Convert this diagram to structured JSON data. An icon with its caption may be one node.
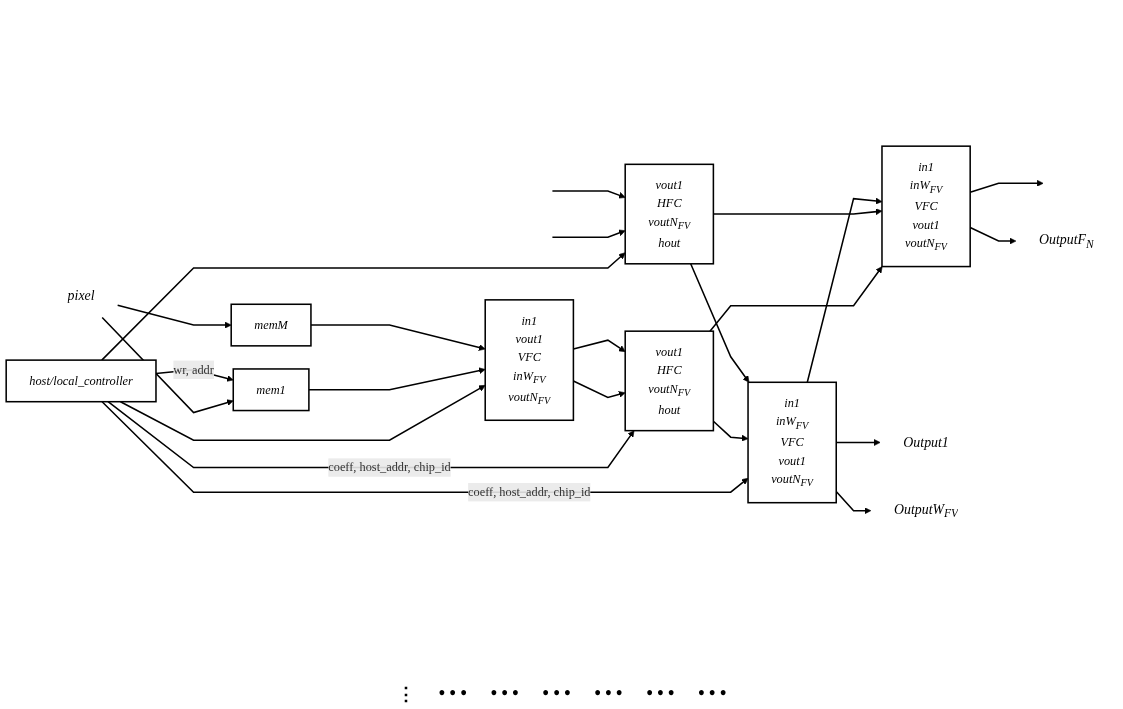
{
  "diagram": {
    "nodes": [
      {
        "text": [
          "pixel"
        ]
      },
      {
        "text": [
          "host/local_controller"
        ]
      },
      {
        "text": [
          "mem1"
        ]
      },
      {
        "text": [
          "memM"
        ]
      },
      {
        "text": [
          "in1",
          "vout1",
          "VFC",
          "inW$_{FV}$",
          "voutN$_{FV}$"
        ]
      },
      {
        "text": [
          "vout1",
          "HFC",
          "voutN$_{FV}$",
          "hout"
        ]
      },
      {
        "text": [
          "vout1",
          "HFC",
          "voutN$_{FV}$",
          "hout"
        ]
      },
      {
        "text": [
          "in1",
          "inW$_{FV}$",
          "VFC",
          "vout1",
          "voutN$_{FV}$"
        ]
      },
      {
        "text": [
          "in1",
          "inW$_{FV}$",
          "VFC",
          "vout1",
          "voutN$_{FV}$"
        ]
      },
      {
        "text": [
          "Output1"
        ]
      },
      {
        "text": [
          "OutputW$_{FV}$"
        ]
      },
      {
        "text": [
          "OutputF$_{N}$"
        ]
      }
    ],
    "edges": [
      {
        "from": 0,
        "to": 2,
        "arrow": "to"
      },
      {
        "from": 0,
        "to": 3,
        "arrow": "to"
      },
      {
        "from": 1,
        "to": 2,
        "arrow": "to",
        "label": "wr, addr"
      },
      {
        "from": 1,
        "to": 4,
        "arrow": "to"
      },
      {
        "from": 1,
        "to": 5,
        "arrow": "to",
        "label": "coeff, host_addr, chip_id"
      },
      {
        "from": 1,
        "to": 6,
        "arrow": "to"
      },
      {
        "from": 1,
        "to": 7,
        "arrow": "to",
        "label": "coeff, host_addr, chip_id"
      },
      {
        "from": 2,
        "to": 4,
        "arrow": "to"
      },
      {
        "from": 3,
        "to": 4,
        "arrow": "to"
      },
      {
        "from": 4,
        "to": 5,
        "arrow": "to"
      },
      {
        "from": 4,
        "to": 5,
        "arrow": "to"
      },
      {
        "from": null,
        "to": 6,
        "arrow": "to"
      },
      {
        "from": null,
        "to": 6,
        "arrow": "to"
      },
      {
        "from": 5,
        "to": 7,
        "arrow": "to"
      },
      {
        "from": 5,
        "to": 8,
        "arrow": "to"
      },
      {
        "from": 6,
        "to": 7,
        "arrow": "to"
      },
      {
        "from": 6,
        "to": 8,
        "arrow": "to"
      },
      {
        "from": 7,
        "to": 8,
        "arrow": "to"
      },
      {
        "from": 7,
        "to": 9,
        "arrow": "to"
      },
      {
        "from": 7,
        "to": 10,
        "arrow": "to"
      },
      {
        "from": 8,
        "to": null,
        "arrow": "to"
      },
      {
        "from": 8,
        "to": 11,
        "arrow": "to"
      }
    ],
    "labels": [
      "⋮",
      "• • •",
      "• • •",
      "• • •",
      "• • •",
      "• • •",
      "• • •"
    ]
  }
}
